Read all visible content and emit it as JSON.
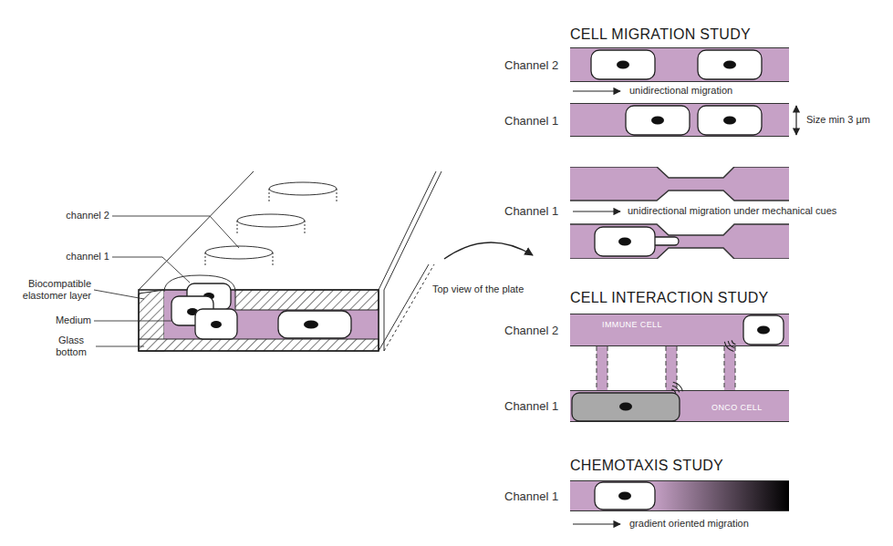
{
  "diagram": {
    "nodes": [
      {
        "text": [
          "Channel 2"
        ]
      },
      {
        "text": [
          "Channel 1"
        ]
      },
      {
        "text": [
          "Channel 1"
        ]
      },
      {
        "text": [
          "Channel 2",
          "IMMUNE CELL"
        ]
      },
      {
        "text": [
          "Channel 1",
          "ONCO CELL"
        ]
      },
      {
        "text": [
          "Channel 1"
        ]
      }
    ],
    "edges": [
      {
        "from": 3,
        "to": 4,
        "arrow": "none"
      },
      {
        "from": 3,
        "to": 4,
        "arrow": "none"
      },
      {
        "from": 3,
        "to": 4,
        "arrow": "none"
      }
    ],
    "labels": [
      "channel 2",
      "channel 1",
      "Biocompatible elastomer layer",
      "Medium",
      "Glass bottom",
      "Top view of the plate",
      "CELL MIGRATION STUDY",
      "unidirectional migration",
      "Size min 3 µm",
      "unidirectional migration under mechanical cues",
      "CELL INTERACTION STUDY",
      "CHEMOTAXIS STUDY",
      "gradient oriented migration"
    ]
  }
}
